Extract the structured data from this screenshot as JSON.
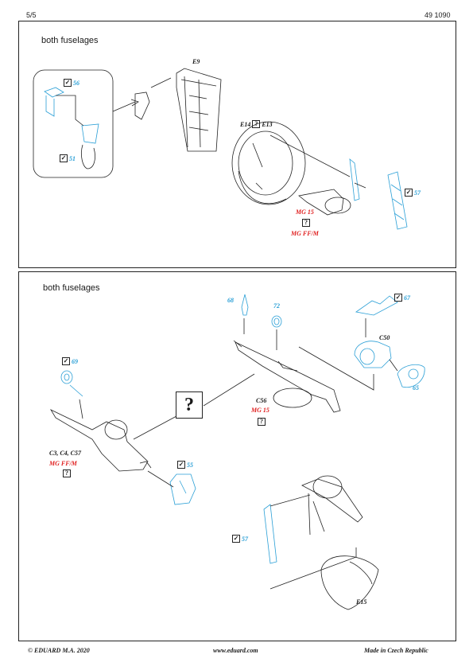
{
  "header": {
    "page": "5/5",
    "code": "49 1090"
  },
  "step1": {
    "title": "both fuselages",
    "E9": "E9",
    "E14": "E14",
    "E13": "E13",
    "p56": "56",
    "p51": "51",
    "p57": "57",
    "mg15": "MG 15",
    "mgffm": "MG FF/M",
    "q": "?"
  },
  "step2": {
    "title": "both fuselages",
    "p68": "68",
    "p72": "72",
    "p67": "67",
    "C50": "C50",
    "p65": "65",
    "p69": "69",
    "C56": "C56",
    "mg15": "MG 15",
    "C3": "C3, C4, C57",
    "mgffm": "MG FF/M",
    "p55": "55",
    "p57": "57",
    "E15": "E15",
    "bigq": "?",
    "q": "?"
  },
  "footer": {
    "left": "© EDUARD  M.A. 2020",
    "center": "www.eduard.com",
    "right": "Made in Czech Republic"
  },
  "colors": {
    "photoetch": "#2a9fd6",
    "warning": "#e02020",
    "line": "#222222"
  },
  "icons": {
    "check": "check-box-icon",
    "question": "question-box-icon"
  }
}
